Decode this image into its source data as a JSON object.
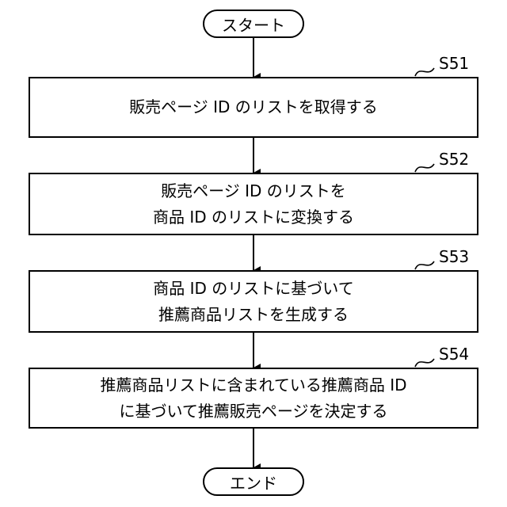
{
  "start": {
    "label": "スタート"
  },
  "end": {
    "label": "エンド"
  },
  "steps": [
    {
      "id": "S51",
      "lines": [
        "販売ページ ID のリストを取得する"
      ]
    },
    {
      "id": "S52",
      "lines": [
        "販売ページ ID のリストを",
        "商品 ID のリストに変換する"
      ]
    },
    {
      "id": "S53",
      "lines": [
        "商品 ID のリストに基づいて",
        "推薦商品リストを生成する"
      ]
    },
    {
      "id": "S54",
      "lines": [
        "推薦商品リストに含まれている推薦商品 ID",
        "に基づいて推薦販売ページを決定する"
      ]
    }
  ]
}
